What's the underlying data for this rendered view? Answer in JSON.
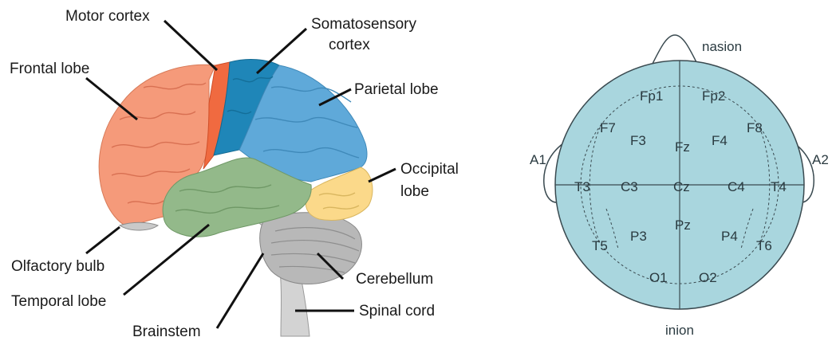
{
  "brain": {
    "labels": {
      "motor_cortex": "Motor cortex",
      "somatosensory_line1": "Somatosensory",
      "somatosensory_line2": "cortex",
      "frontal_lobe": "Frontal lobe",
      "parietal_lobe": "Parietal lobe",
      "occipital_line1": "Occipital",
      "occipital_line2": "lobe",
      "olfactory_bulb": "Olfactory bulb",
      "temporal_lobe": "Temporal lobe",
      "cerebellum": "Cerebellum",
      "brainstem": "Brainstem",
      "spinal_cord": "Spinal cord"
    },
    "colors": {
      "frontal": "#f59a7a",
      "motor": "#f06a40",
      "somatosensory": "#1f86b8",
      "parietal": "#5fa9d9",
      "occipital": "#fbd98a",
      "temporal": "#93b98a",
      "cerebellum": "#b8b8b8",
      "brainstem": "#d3d3d3"
    }
  },
  "eeg": {
    "top_label": "nasion",
    "bottom_label": "inion",
    "left_ear": "A1",
    "right_ear": "A2",
    "electrodes": {
      "Fp1": "Fp1",
      "Fp2": "Fp2",
      "F7": "F7",
      "F3": "F3",
      "Fz": "Fz",
      "F4": "F4",
      "F8": "F8",
      "T3": "T3",
      "C3": "C3",
      "Cz": "Cz",
      "C4": "C4",
      "T4": "T4",
      "T5": "T5",
      "P3": "P3",
      "Pz": "Pz",
      "P4": "P4",
      "T6": "T6",
      "O1": "O1",
      "O2": "O2"
    },
    "colors": {
      "head_fill": "#a9d6de",
      "outline": "#3a4a50"
    }
  }
}
